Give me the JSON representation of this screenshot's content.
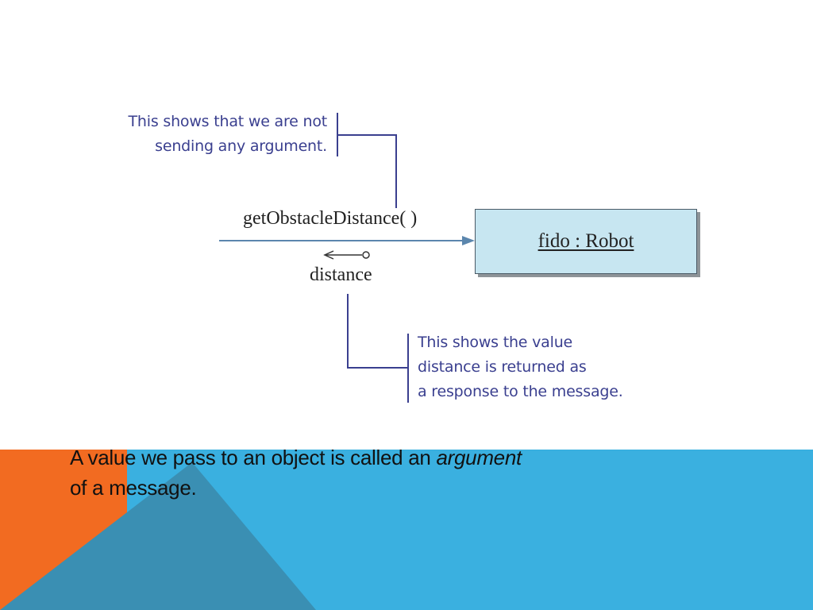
{
  "diagram": {
    "note_top": {
      "line1": "This shows that we are not",
      "line2": "sending any argument."
    },
    "message_label": "getObstacleDistance( )",
    "return_label": "distance",
    "object_label": "fido : Robot",
    "note_bottom": {
      "line1": "This shows the value",
      "line2": "distance is returned as",
      "line3": "a response to the message."
    }
  },
  "caption": {
    "part1": "A value we pass to an object is called an ",
    "term": "argument",
    "part2": "of a message."
  },
  "colors": {
    "orange": "#f26b21",
    "blue": "#3ab0e0",
    "teal": "#3a8fb3",
    "note_text": "#3a3f8f",
    "box_fill": "#c7e6f1",
    "arrow": "#5b86ad"
  }
}
